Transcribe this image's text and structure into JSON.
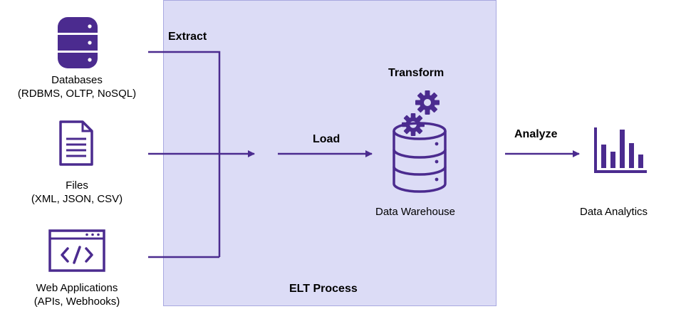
{
  "sources": [
    {
      "name": "Databases",
      "detail": "(RDBMS, OLTP, NoSQL)",
      "icon": "database-icon"
    },
    {
      "name": "Files",
      "detail": "(XML, JSON, CSV)",
      "icon": "file-icon"
    },
    {
      "name": "Web Applications",
      "detail": "(APIs, Webhooks)",
      "icon": "code-window-icon"
    }
  ],
  "steps": {
    "extract": "Extract",
    "load": "Load",
    "transform": "Transform",
    "analyze": "Analyze"
  },
  "warehouse": {
    "label": "Data Warehouse",
    "icon": "database-icon"
  },
  "analytics": {
    "label": "Data Analytics",
    "icon": "bar-chart-icon"
  },
  "process": {
    "label": "ELT Process"
  },
  "colors": {
    "accent": "#4b2b8f",
    "process_bg": "#dcdcf6",
    "process_border": "#a8a8e0"
  }
}
